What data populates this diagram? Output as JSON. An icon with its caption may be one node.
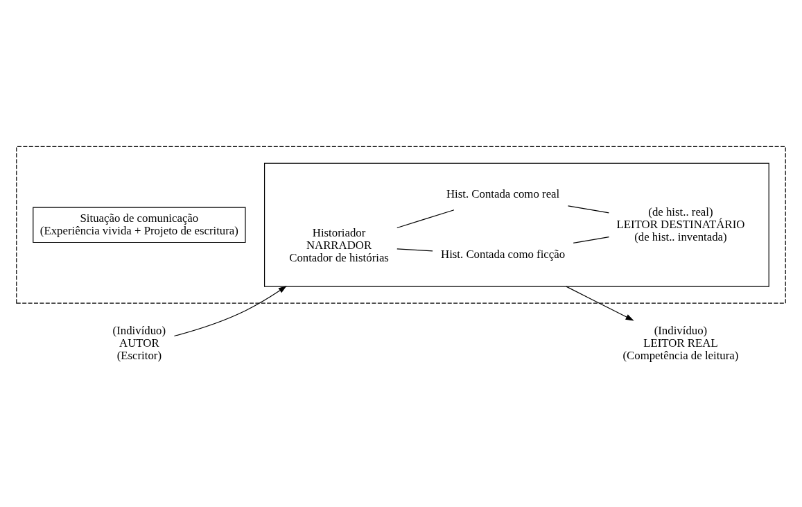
{
  "diagram": {
    "nodes": [
      {
        "text": [],
        "shape": "box"
      },
      {
        "text": [
          "Situação de comunicação",
          "(Experiência vivida + Projeto de escritura)"
        ],
        "in": 0
      },
      {
        "text": [],
        "shape": "box",
        "in": 0
      },
      {
        "text": [
          "Historiador",
          "NARRADOR",
          "Contador de histórias"
        ],
        "in": 2
      },
      {
        "text": [
          "Hist. Contada como real"
        ],
        "in": 2
      },
      {
        "text": [
          "(de hist.. real)",
          "LEITOR DESTINATÁRIO",
          "(de hist.. inventada)"
        ],
        "in": 2
      },
      {
        "text": [
          "Hist. Contada como ficção"
        ],
        "in": 2
      },
      {
        "text": [
          "(Indivíduo)",
          "AUTOR",
          "(Escritor)"
        ]
      },
      {
        "text": [
          "(Indivíduo)",
          "LEITOR REAL",
          "(Competência de leitura)"
        ]
      }
    ],
    "edges": [
      {
        "from": 7,
        "to": 2,
        "arrow": "to"
      },
      {
        "from": 2,
        "to": 8,
        "arrow": "to"
      },
      {
        "from": 3,
        "to": 4,
        "arrow": "none"
      },
      {
        "from": 4,
        "to": 5,
        "arrow": "none"
      },
      {
        "from": 3,
        "to": 6,
        "arrow": "none"
      },
      {
        "from": 6,
        "to": 5,
        "arrow": "none"
      }
    ]
  }
}
